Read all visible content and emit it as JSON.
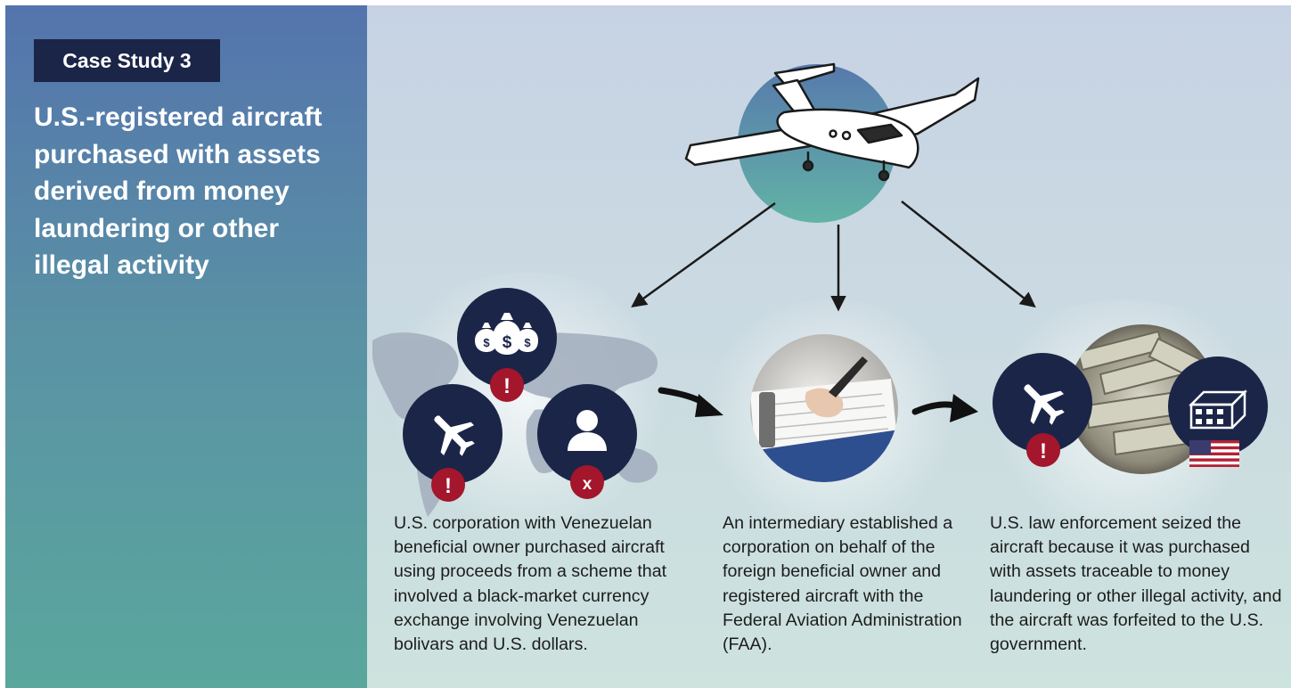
{
  "badge": "Case Study 3",
  "headline": "U.S.-registered aircraft purchased with assets derived from money laundering or other illegal activity",
  "steps": [
    {
      "text": "U.S. corporation with Venezuelan beneficial owner purchased aircraft using proceeds from a scheme that involved a black-market currency exchange involving Venezuelan bolivars and U.S. dollars."
    },
    {
      "text": "An intermediary established a corporation on behalf of the foreign beneficial owner and registered aircraft with the Federal Aviation Administration (FAA)."
    },
    {
      "text": "U.S. law enforcement seized the aircraft because it was purchased with assets traceable to money laundering or other illegal activity, and the aircraft was forfeited to the U.S. government."
    }
  ],
  "marks": {
    "alert": "!",
    "cross": "x"
  },
  "colors": {
    "navy": "#1b2548",
    "alert_red": "#a3162b",
    "sidebar_top": "#5474ad",
    "sidebar_bottom": "#5aa79d"
  },
  "icons": [
    "airplane-illustration",
    "money-bags-icon",
    "airplane-icon",
    "person-icon",
    "clipboard-photo",
    "cash-photo",
    "building-icon",
    "us-flag-icon",
    "world-map",
    "curved-arrow-icon"
  ]
}
